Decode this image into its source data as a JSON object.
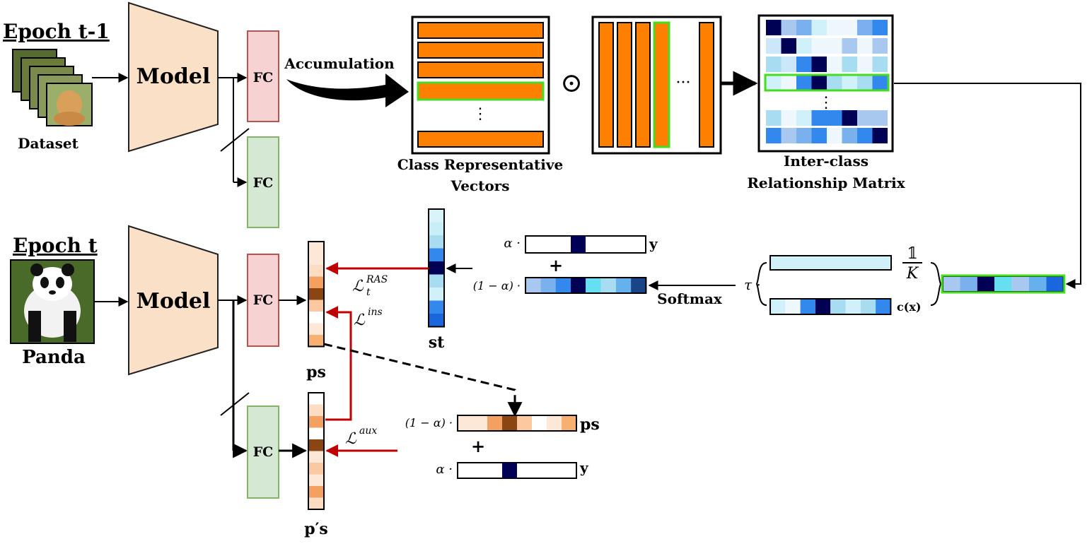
{
  "labels": {
    "epoch_prev": "Epoch t-1",
    "epoch_cur": "Epoch t",
    "dataset": "Dataset",
    "panda": "Panda",
    "model": "Model",
    "fc": "FC",
    "accumulation": "Accumulation",
    "class_rep_line1": "Class Representative",
    "class_rep_line2": "Vectors",
    "icr_line1": "Inter-class",
    "icr_line2": "Relationship Matrix",
    "softmax": "Softmax",
    "odot": "⊙",
    "hdots": "···",
    "vdots": "⋮",
    "plus": "+",
    "alpha_dot": "α ·",
    "one_minus_alpha_dot": "(1 − α) ·",
    "tau_dot": "τ ·",
    "y": "y",
    "ps": "ps",
    "ps_prime": "p′s",
    "st": "st",
    "one_over_K_num": "𝟙",
    "one_over_K_den": "K",
    "cx": "c(x)",
    "loss_ras": "ℒ",
    "loss_ras_sub": "t",
    "loss_ras_sup": "RAS",
    "loss_ins": "ℒ",
    "loss_ins_sup": "ins",
    "loss_aux": "ℒ",
    "loss_aux_sup": "aux"
  },
  "colors": {
    "model_fill": "#fbe0c8",
    "fc_red_fill": "#f7d2d2",
    "fc_red_stroke": "#b85450",
    "fc_green_fill": "#d5e8d4",
    "fc_green_stroke": "#82b366",
    "orange": "#ff8000",
    "highlight_green": "#44dd22",
    "loss_arrow": "#c00000",
    "navy": "#000055"
  },
  "matrix_rows": [
    [
      "#000055",
      "#a8c8f0",
      "#7ab0ee",
      "#d0f0fa",
      "#eef8fc",
      "#eef8fc",
      "#7ab0ee",
      "#3388ee"
    ],
    [
      "#cce8f8",
      "#000055",
      "#d0f0fa",
      "#eef8fc",
      "#eef8fc",
      "#a8c8f0",
      "#eef8fc",
      "#a8c8f0"
    ],
    [
      "#a8dcf0",
      "#cce8f8",
      "#3388ee",
      "#000055",
      "#eef8fc",
      "#a8dcf0",
      "#eef8fc",
      "#a8dcf0"
    ],
    [
      "#d0f0fa",
      "#eef8fc",
      "#3388ee",
      "#000055",
      "#a8dcf0",
      "#d0f0fa",
      "#a8dcf0",
      "#3388ee"
    ],
    [
      "#a8dcf0",
      "#eef8fc",
      "#d0f0fa",
      "#3388ee",
      "#3388ee",
      "#000055",
      "#a8c8f0",
      "#a8c8f0"
    ],
    [
      "#3388ee",
      "#a8c8f0",
      "#7ab0ee",
      "#3388ee",
      "#eef8fc",
      "#7ab0ee",
      "#3388ee",
      "#000055"
    ]
  ],
  "st_cells": [
    "#d8f4fa",
    "#c8eef8",
    "#a8dcf0",
    "#3388ee",
    "#000055",
    "#a8dcf0",
    "#d0f0fa",
    "#3388ee",
    "#1a66dd"
  ],
  "ps_cells": [
    "#fde8d8",
    "#fde8d8",
    "#fddcc4",
    "#f4a060",
    "#8b4513",
    "#fcc8a0",
    "#ffffff",
    "#fde8d8",
    "#f8b070"
  ],
  "ps_prime_cells": [
    "#ffffff",
    "#fddcc4",
    "#f4a060",
    "#ffffff",
    "#8b4513",
    "#fde8d8",
    "#fcc8a0",
    "#fde8d8",
    "#f4a060",
    "#fddcc4"
  ],
  "soft_row": [
    "#a8c8f0",
    "#7ab0ee",
    "#3388ee",
    "#000055",
    "#66e0f0",
    "#a8dcf0",
    "#66b0ee",
    "#1a4488"
  ],
  "softmax_right_row": [
    "#a8c8f0",
    "#7ab0ee",
    "#000055",
    "#66e0f0",
    "#a8c8f0",
    "#66b0ee",
    "#1a66dd"
  ],
  "icr_row_vec": [
    "#d0f0fa",
    "#eef8fc",
    "#3388ee",
    "#000055",
    "#a8dcf0",
    "#d0f0fa",
    "#a8dcf0",
    "#3388ee"
  ],
  "ps_row": [
    "#fde8d8",
    "#fde8d8",
    "#f4a060",
    "#8b4513",
    "#fcc8a0",
    "#ffffff",
    "#fde8d8",
    "#f8b070"
  ]
}
